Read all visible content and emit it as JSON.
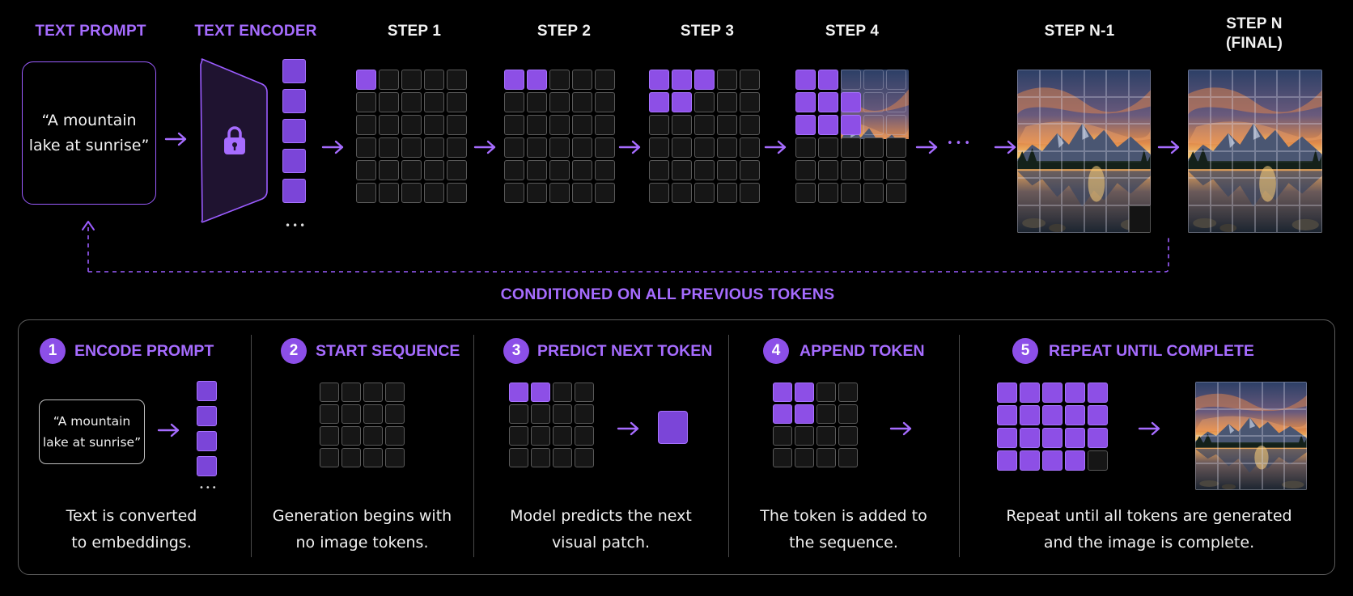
{
  "headers": {
    "text_prompt": "TEXT PROMPT",
    "text_encoder": "TEXT ENCODER",
    "step1": "STEP 1",
    "step2": "STEP 2",
    "step3": "STEP 3",
    "step4": "STEP 4",
    "step_n_minus_1": "STEP N-1",
    "step_n_line1": "STEP N",
    "step_n_line2": "(FINAL)"
  },
  "prompt": {
    "line1": "“A mountain",
    "line2": "lake at sunrise”"
  },
  "ellipsis": "•••",
  "loop_label": "CONDITIONED ON ALL PREVIOUS TOKENS",
  "icons": {
    "encoder": "lock-icon",
    "arrow": "arrow-right-icon"
  },
  "colors": {
    "accent": "#a66cff",
    "token": "#8d4fe6",
    "cell_border": "#5a5a5a",
    "background": "#000000"
  },
  "steps": [
    {
      "number": "1",
      "title": "ENCODE PROMPT",
      "desc_line1": "Text is converted",
      "desc_line2": "to embeddings."
    },
    {
      "number": "2",
      "title": "START SEQUENCE",
      "desc_line1": "Generation begins with",
      "desc_line2": "no image tokens."
    },
    {
      "number": "3",
      "title": "PREDICT NEXT TOKEN",
      "desc_line1": "Model predicts the next",
      "desc_line2": "visual patch."
    },
    {
      "number": "4",
      "title": "APPEND TOKEN",
      "desc_line1": "The token is added to",
      "desc_line2": "the sequence."
    },
    {
      "number": "5",
      "title": "REPEAT UNTIL COMPLETE",
      "desc_line1": "Repeat until all tokens are generated",
      "desc_line2": "and the image is complete."
    }
  ]
}
